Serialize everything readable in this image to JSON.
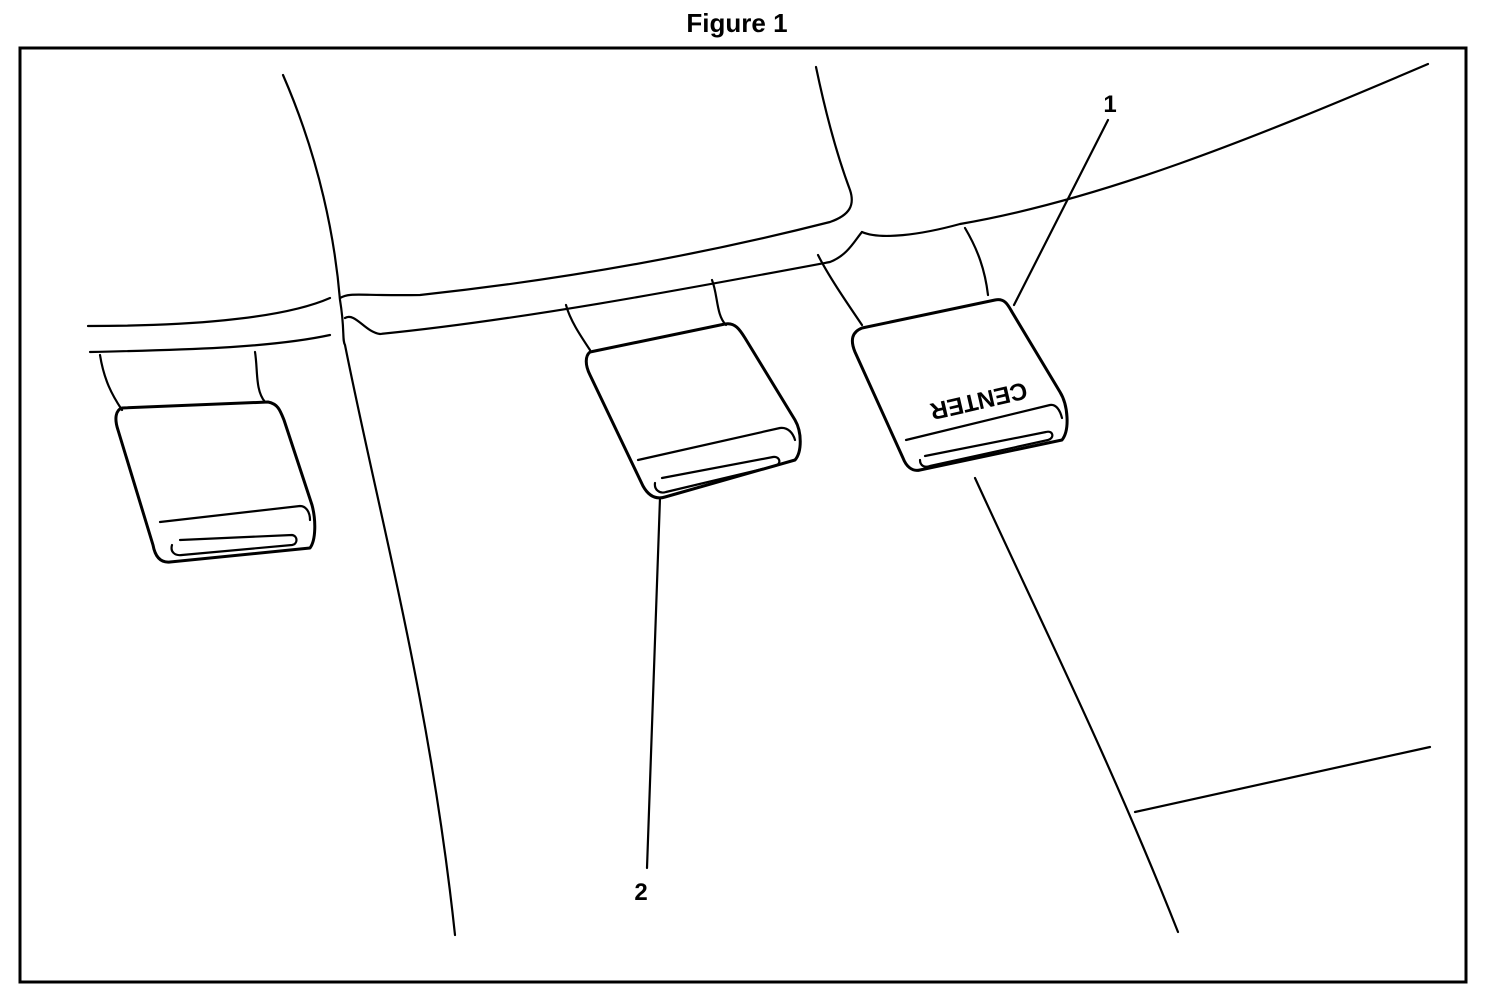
{
  "figure": {
    "title": "Figure 1",
    "subject": "rear seat belt buckles",
    "buckle_stamp_text": "CENTER",
    "callouts": [
      {
        "number": "1",
        "target": "center-marked-buckle"
      },
      {
        "number": "2",
        "target": "middle-buckle"
      }
    ]
  }
}
